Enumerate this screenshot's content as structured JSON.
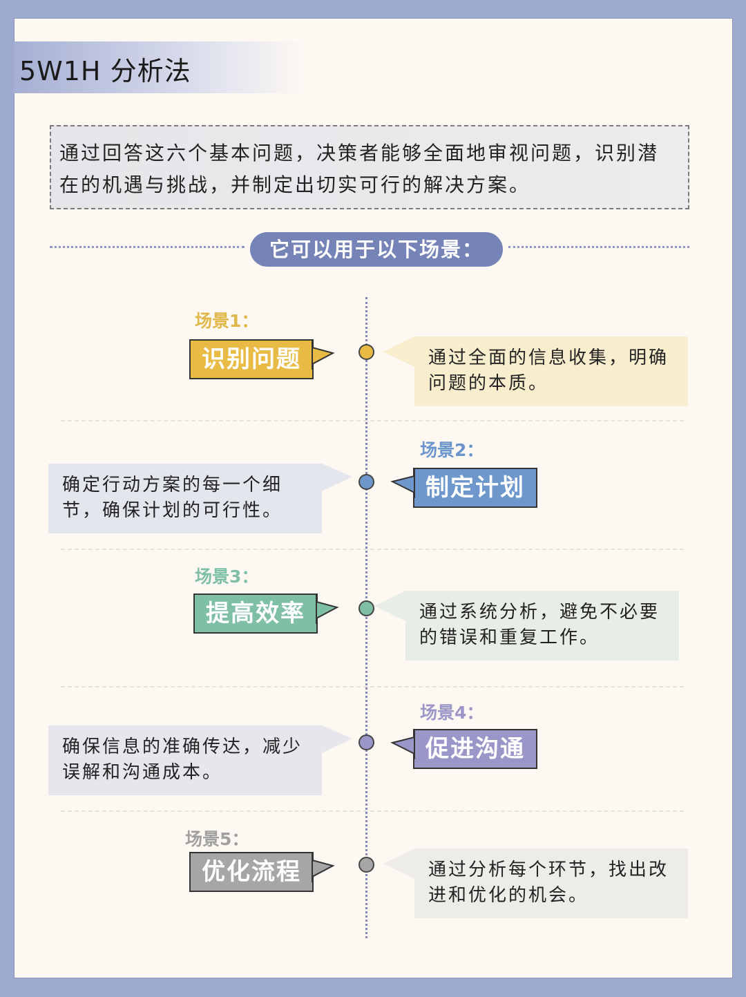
{
  "title": "5W1H 分析法",
  "intro": "通过回答这六个基本问题，决策者能够全面地审视问题，识别潜在的机遇与挑战，并制定出切实可行的解决方案。",
  "section_heading": "它可以用于以下场景：",
  "scenes": [
    {
      "label": "场景1：",
      "tag": "识别问题",
      "desc": "通过全面的信息收集，明确问题的本质。",
      "color": "#e8bb45",
      "label_color": "#e0b84a",
      "callout_bg": "#f8edcd"
    },
    {
      "label": "场景2：",
      "tag": "制定计划",
      "desc": "确定行动方案的每一个细节，确保计划的可行性。",
      "color": "#6e97cc",
      "label_color": "#6c95cc",
      "callout_bg": "#e4e6ee"
    },
    {
      "label": "场景3：",
      "tag": "提高效率",
      "desc": "通过系统分析，避免不必要的错误和重复工作。",
      "color": "#7fbfa6",
      "label_color": "#7fbfa6",
      "callout_bg": "#e8eee6"
    },
    {
      "label": "场景4：",
      "tag": "促进沟通",
      "desc": "确保信息的准确传达，减少误解和沟通成本。",
      "color": "#9a97c8",
      "label_color": "#9a97c8",
      "callout_bg": "#e6e6ec"
    },
    {
      "label": "场景5：",
      "tag": "优化流程",
      "desc": "通过分析每个环节，找出改进和优化的机会。",
      "color": "#a6a6a6",
      "label_color": "#a0a0a0",
      "callout_bg": "#eeece8"
    }
  ]
}
